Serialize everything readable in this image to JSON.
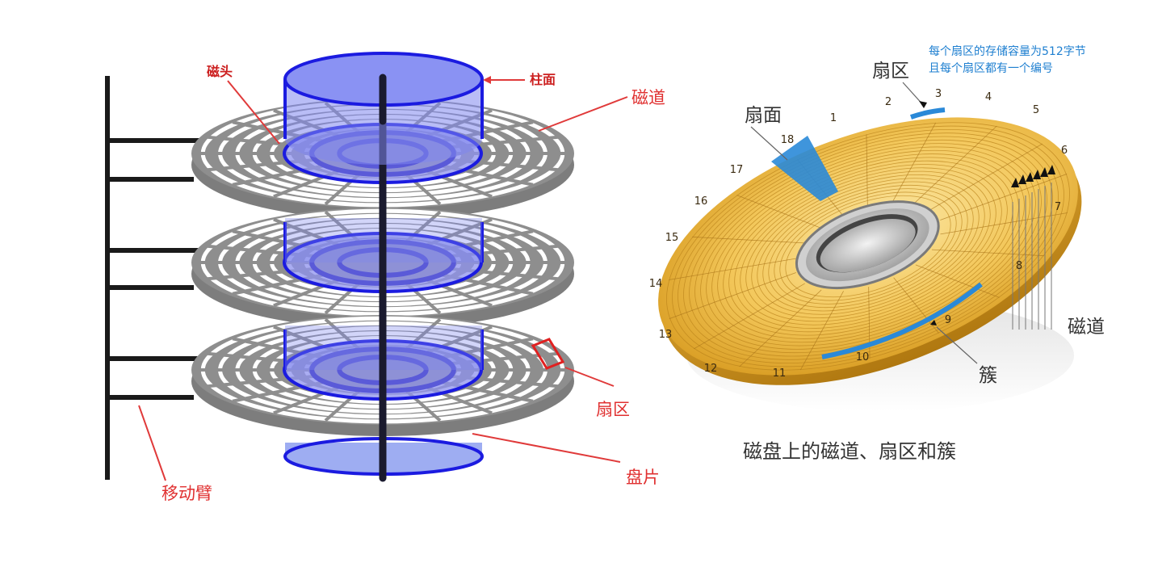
{
  "left_diagram": {
    "labels": {
      "head": "磁头",
      "cylinder": "柱面",
      "track": "磁道",
      "sector": "扇区",
      "platter": "盘片",
      "arm": "移动臂"
    }
  },
  "right_diagram": {
    "labels": {
      "sector": "扇区",
      "surface": "扇面",
      "track": "磁道",
      "cluster": "簇"
    },
    "note": {
      "line1": "每个扇区的存储容量为512字节",
      "line2": "且每个扇区都有一个编号"
    },
    "sector_numbers": [
      "1",
      "2",
      "3",
      "4",
      "5",
      "6",
      "7",
      "8",
      "9",
      "10",
      "11",
      "12",
      "13",
      "14",
      "15",
      "16",
      "17",
      "18"
    ],
    "caption": "磁盘上的磁道、扇区和簇"
  }
}
